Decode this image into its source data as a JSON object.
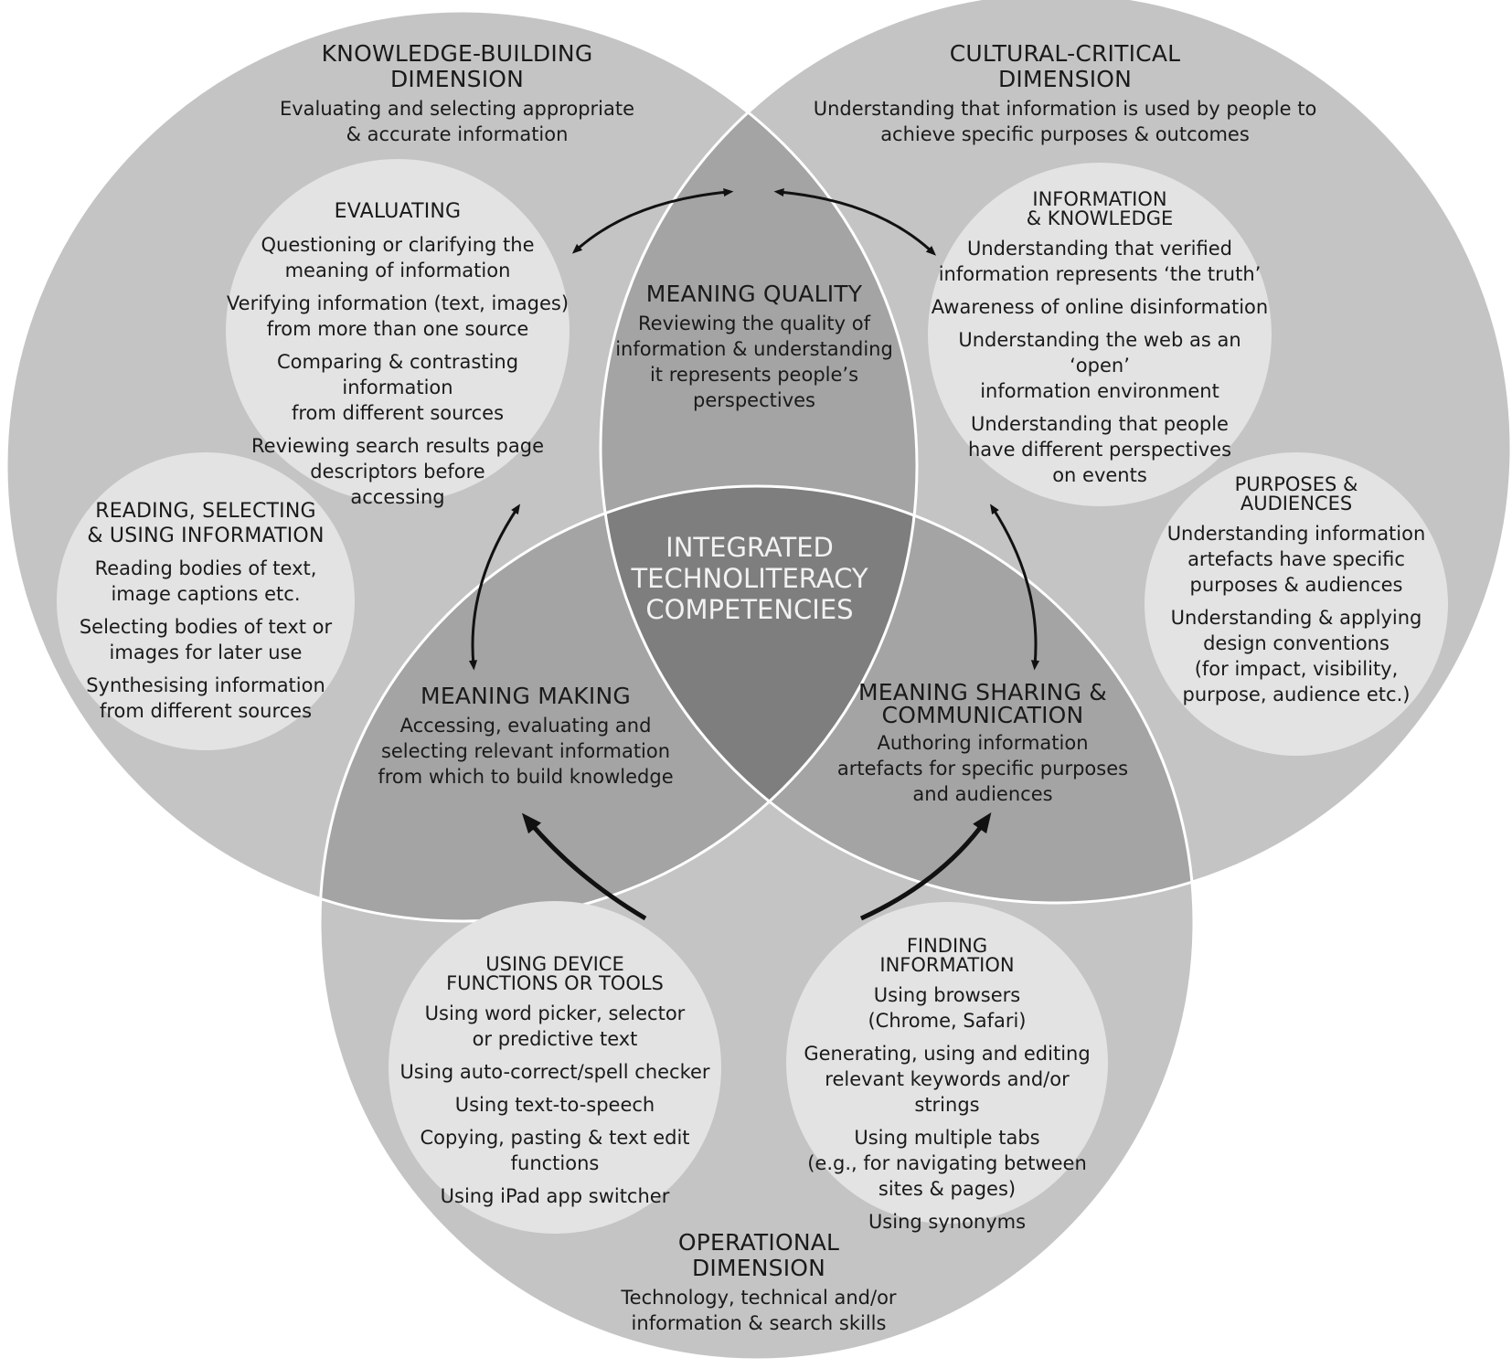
{
  "dimensions": {
    "knowledge": {
      "title": [
        "KNOWLEDGE-BUILDING",
        "DIMENSION"
      ],
      "desc": [
        "Evaluating and selecting appropriate",
        "& accurate information"
      ]
    },
    "cultural": {
      "title": [
        "CULTURAL-CRITICAL",
        "DIMENSION"
      ],
      "desc": [
        "Understanding that information is used by people to",
        "achieve specific purposes & outcomes"
      ]
    },
    "operational": {
      "title": [
        "OPERATIONAL",
        "DIMENSION"
      ],
      "desc": [
        "Technology, technical and/or",
        "information & search skills"
      ]
    }
  },
  "overlaps": {
    "meaning_quality": {
      "title": [
        "MEANING QUALITY"
      ],
      "desc": [
        "Reviewing the quality of",
        "information & understanding",
        "it represents people’s",
        "perspectives"
      ]
    },
    "meaning_making": {
      "title": [
        "MEANING MAKING"
      ],
      "desc": [
        "Accessing, evaluating and",
        "selecting relevant information",
        "from which to build knowledge"
      ]
    },
    "meaning_sharing": {
      "title": [
        "MEANING SHARING &",
        "COMMUNICATION"
      ],
      "desc": [
        "Authoring information",
        "artefacts for specific purposes",
        "and audiences"
      ]
    },
    "center": {
      "title": [
        "INTEGRATED",
        "TECHNOLITERACY",
        "COMPETENCIES"
      ]
    }
  },
  "sub_circles": {
    "evaluating": {
      "title": [
        "EVALUATING"
      ],
      "items": [
        [
          "Questioning or clarifying the",
          "meaning of information"
        ],
        [
          "Verifying information (text, images)",
          "from more than one source"
        ],
        [
          "Comparing & contrasting information",
          "from different sources"
        ],
        [
          "Reviewing search results page",
          "descriptors before",
          "accessing"
        ]
      ]
    },
    "reading": {
      "title": [
        "READING, SELECTING",
        "& USING INFORMATION"
      ],
      "items": [
        [
          "Reading bodies of text,",
          "image captions etc."
        ],
        [
          "Selecting bodies of text or",
          "images for later use"
        ],
        [
          "Synthesising information",
          "from different sources"
        ]
      ]
    },
    "info_knowledge": {
      "title": [
        "INFORMATION",
        "& KNOWLEDGE"
      ],
      "items": [
        [
          "Understanding that verified",
          "information represents ‘the truth’"
        ],
        [
          "Awareness of online disinformation"
        ],
        [
          "Understanding the web as an ‘open’",
          "information environment"
        ],
        [
          "Understanding that people",
          "have different perspectives",
          "on events"
        ]
      ]
    },
    "purposes": {
      "title": [
        "PURPOSES &",
        "AUDIENCES"
      ],
      "items": [
        [
          "Understanding information",
          "artefacts have specific",
          "purposes & audiences"
        ],
        [
          "Understanding & applying",
          "design conventions",
          "(for impact, visibility,",
          "purpose, audience etc.)"
        ]
      ]
    },
    "device": {
      "title": [
        "USING DEVICE",
        "FUNCTIONS OR TOOLS"
      ],
      "items": [
        [
          "Using word picker, selector",
          "or predictive text"
        ],
        [
          "Using auto-correct/spell checker"
        ],
        [
          "Using text-to-speech"
        ],
        [
          "Copying, pasting & text edit",
          "functions"
        ],
        [
          "Using iPad app switcher"
        ]
      ]
    },
    "finding": {
      "title": [
        "FINDING",
        "INFORMATION"
      ],
      "items": [
        [
          "Using browsers",
          "(Chrome, Safari)"
        ],
        [
          "Generating, using and editing",
          "relevant keywords and/or strings"
        ],
        [
          "Using multiple tabs",
          "(e.g., for navigating between",
          "sites & pages)"
        ],
        [
          "Using synonyms"
        ]
      ]
    }
  }
}
